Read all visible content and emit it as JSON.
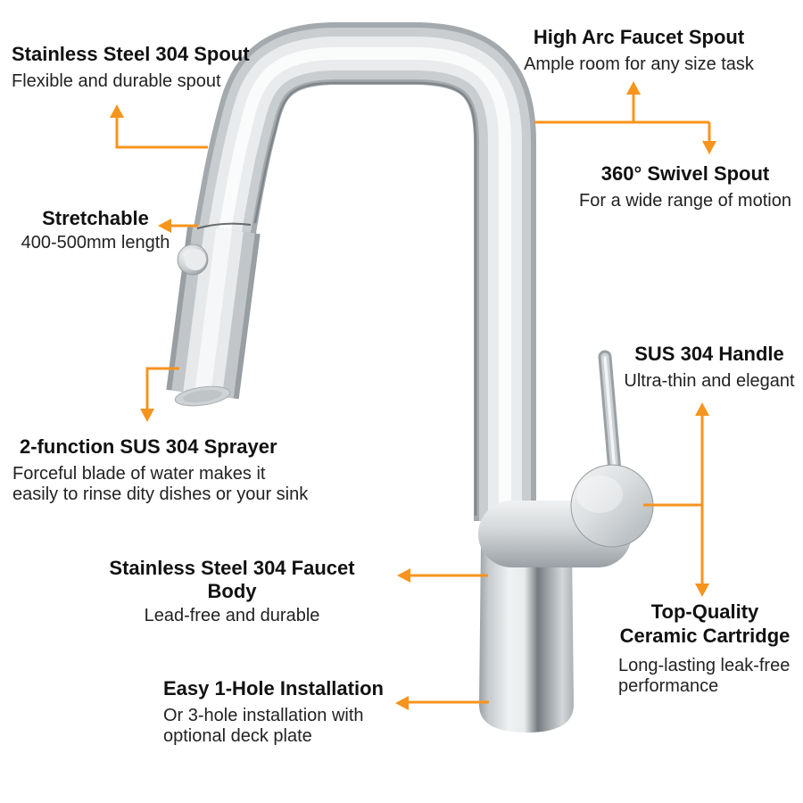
{
  "page": {
    "title": "Kitchen faucet feature infographic"
  },
  "accent_color": "#F7941D",
  "callouts": {
    "spout": {
      "title": "Stainless Steel 304 Spout",
      "desc": "Flexible and durable spout"
    },
    "higharc": {
      "title": "High Arc Faucet Spout",
      "desc": "Ample room for any size task"
    },
    "swivel": {
      "title": "360° Swivel Spout",
      "desc": "For a wide range of motion"
    },
    "stretch": {
      "title": "Stretchable",
      "desc": "400-500mm length"
    },
    "sprayer": {
      "title": "2-function SUS 304 Sprayer",
      "desc": "Forceful blade of water makes it\neasily to rinse dity dishes or your sink"
    },
    "handle": {
      "title": "SUS 304 Handle",
      "desc": "Ultra-thin and elegant"
    },
    "cartridge": {
      "title": "Top-Quality\nCeramic Cartridge",
      "desc": "Long-lasting leak-free\nperformance"
    },
    "body": {
      "title": "Stainless Steel 304 Faucet Body",
      "desc": "Lead-free and durable"
    },
    "install": {
      "title": "Easy 1-Hole Installation",
      "desc": "Or 3-hole installation with\noptional deck plate"
    }
  }
}
